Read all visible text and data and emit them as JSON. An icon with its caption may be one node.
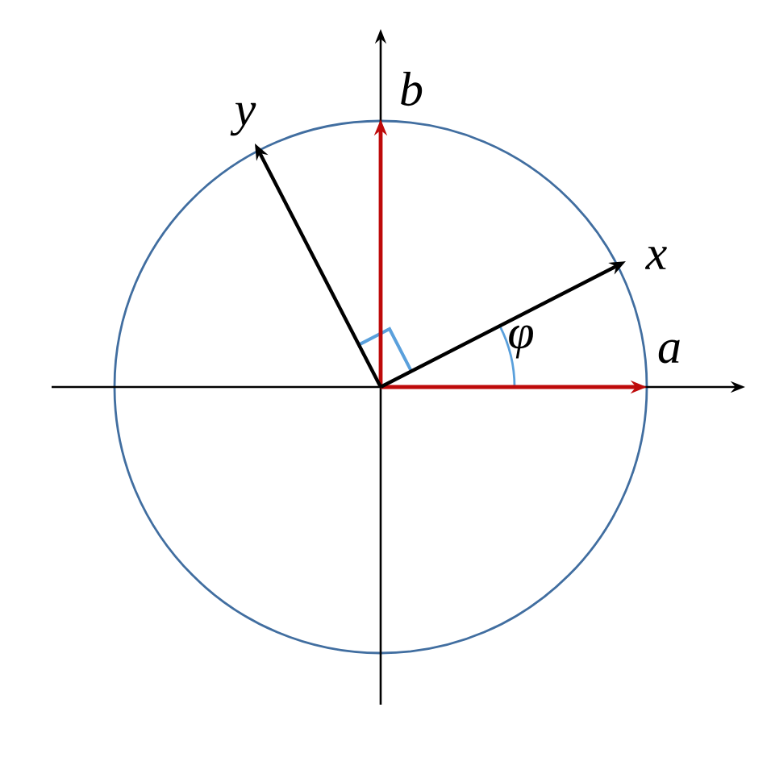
{
  "diagram": {
    "labels": [
      "b",
      "y",
      "x",
      "φ",
      "a"
    ]
  }
}
